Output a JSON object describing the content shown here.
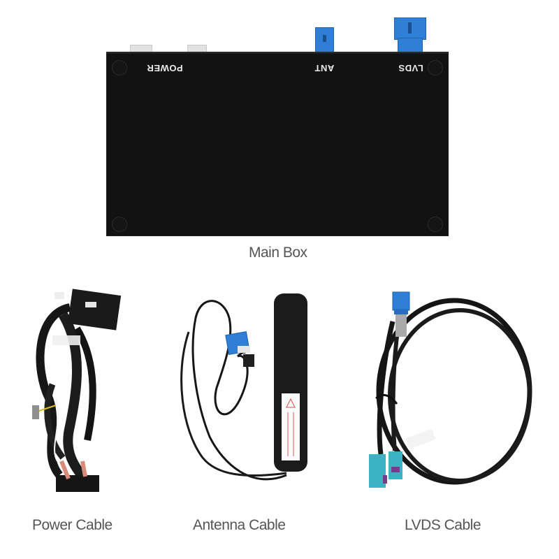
{
  "main_box": {
    "caption": "Main Box",
    "port_labels": {
      "power": "POWER",
      "ant": "ANT",
      "lvds": "LVDS"
    },
    "colors": {
      "body": "#121212",
      "connector": "#2f7fd6"
    }
  },
  "accessories": [
    {
      "caption": "Power Cable"
    },
    {
      "caption": "Antenna Cable"
    },
    {
      "caption": "LVDS Cable"
    }
  ],
  "colors": {
    "caption_text": "#555555",
    "background": "#ffffff",
    "fakra_teal": "#3bb3c3",
    "fakra_violet": "#7a3a8c"
  }
}
